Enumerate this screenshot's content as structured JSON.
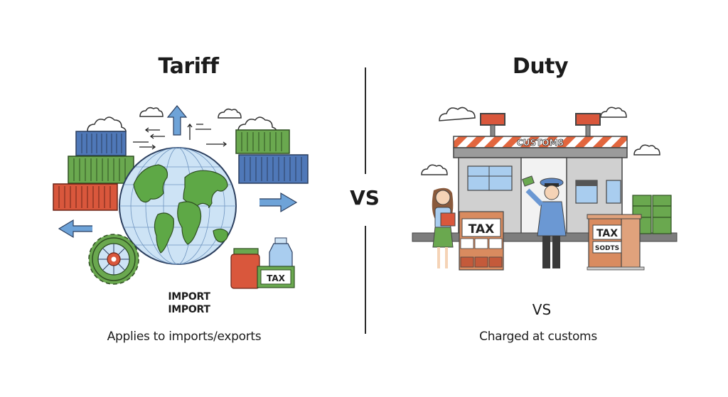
{
  "left": {
    "title": "Tariff",
    "illustration_label_1": "IMPORT",
    "illustration_label_2": "IMPORT",
    "tax_tag": "TAX",
    "caption": "Applies to imports/exports"
  },
  "center": {
    "vs": "VS"
  },
  "right": {
    "title": "Duty",
    "customs_sign": "CUSTOMS",
    "tax_box_1": "TAX",
    "tax_box_2": "TAX",
    "tax_box_2_sub": "SODTS",
    "vs_label": "VS",
    "caption": "Charged at customs"
  },
  "colors": {
    "container_blue": "#4f78b8",
    "container_green": "#6aa84f",
    "container_red": "#d9573c",
    "ocean": "#cde3f5",
    "land": "#5ea846",
    "arrow_blue": "#6ea3d8",
    "stripe_orange": "#e2663e",
    "building_gray": "#c9c9c9",
    "box_brown": "#d98b5f"
  }
}
